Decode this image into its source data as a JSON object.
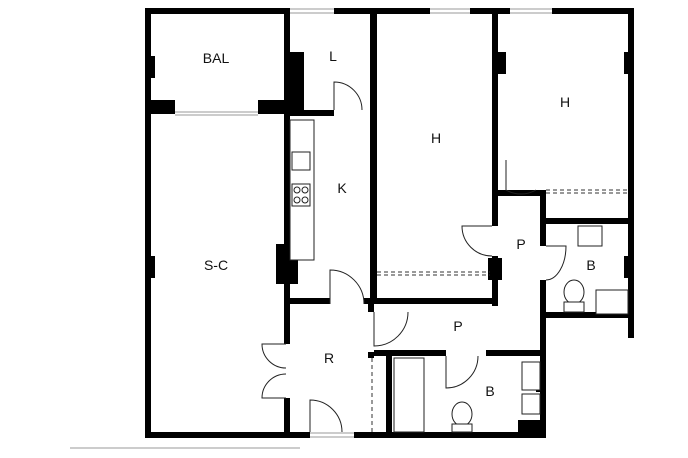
{
  "rooms": {
    "balcony": "BAL",
    "laundry": "L",
    "bedroom_center": "H",
    "bedroom_right": "H",
    "kitchen": "K",
    "living_dining": "S-C",
    "hall_upper": "P",
    "hall_lower": "P",
    "bath_right": "B",
    "entry": "R",
    "bath_lower": "B"
  },
  "colors": {
    "wall": "#000000",
    "line": "#222222",
    "window": "#9a9a9a",
    "background": "#ffffff"
  }
}
